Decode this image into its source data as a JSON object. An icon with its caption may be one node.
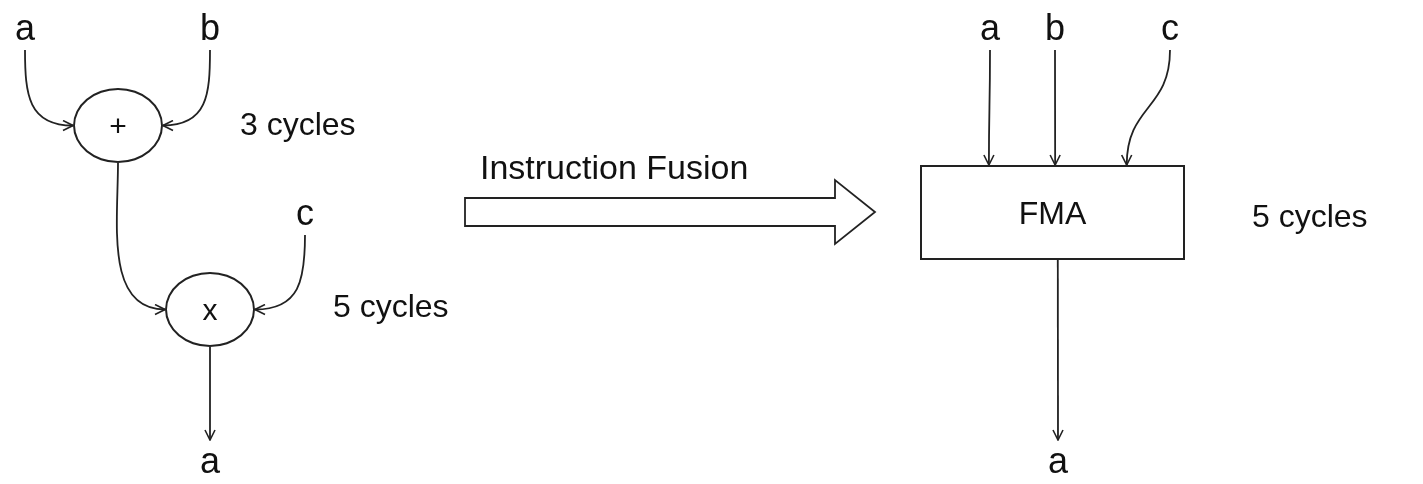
{
  "diagram": {
    "nodes": [
      {
        "text": [
          "a"
        ]
      },
      {
        "text": [
          "b"
        ]
      },
      {
        "text": [
          "+"
        ],
        "beside": [
          "3 cycles"
        ]
      },
      {
        "text": [
          "c"
        ]
      },
      {
        "text": [
          "x"
        ],
        "beside": [
          "5 cycles"
        ]
      },
      {
        "text": [
          "a"
        ]
      },
      {
        "text": [
          "a"
        ]
      },
      {
        "text": [
          "b"
        ]
      },
      {
        "text": [
          "c"
        ]
      },
      {
        "text": [
          "FMA"
        ],
        "beside": [
          "5 cycles"
        ]
      },
      {
        "text": [
          "a"
        ]
      }
    ],
    "edges": [
      {
        "from": 0,
        "to": 2,
        "arrow": "to"
      },
      {
        "from": 1,
        "to": 2,
        "arrow": "to"
      },
      {
        "from": 2,
        "to": 4,
        "arrow": "to"
      },
      {
        "from": 3,
        "to": 4,
        "arrow": "to"
      },
      {
        "from": 4,
        "to": 5,
        "arrow": "to"
      },
      {
        "from": 6,
        "to": 9,
        "arrow": "to"
      },
      {
        "from": 7,
        "to": 9,
        "arrow": "to"
      },
      {
        "from": 8,
        "to": 9,
        "arrow": "to"
      },
      {
        "from": 9,
        "to": 10,
        "arrow": "to"
      }
    ],
    "labels": [
      "Instruction Fusion"
    ]
  }
}
